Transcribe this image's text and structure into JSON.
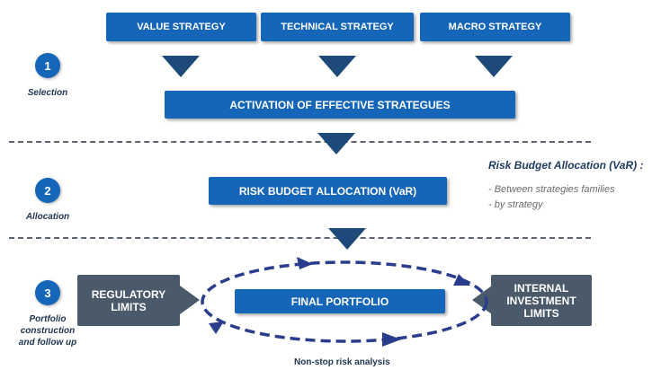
{
  "strategies": {
    "value": "VALUE STRATEGY",
    "technical": "TECHNICAL STRATEGY",
    "macro": "MACRO STRATEGY"
  },
  "activation": "ACTIVATION OF EFFECTIVE STRATEGUES",
  "steps": [
    {
      "number": "1",
      "label": "Selection"
    },
    {
      "number": "2",
      "label": "Allocation"
    },
    {
      "number": "3",
      "label_lines": [
        "Portfolio",
        "construction",
        "and follow up"
      ]
    }
  ],
  "risk_budget_box": "RISK BUDGET ALLOCATION (VaR)",
  "risk_note": {
    "title": "Risk Budget Allocation (VaR) :",
    "items": [
      "- Between strategies families",
      "- by strategy"
    ]
  },
  "regulatory": [
    "REGULATORY",
    "LIMITS"
  ],
  "internal": [
    "INTERNAL",
    "INVESTMENT",
    "LIMITS"
  ],
  "final_portfolio": "FINAL PORTFOLIO",
  "caption": "Non-stop risk analysis",
  "colors": {
    "primary": "#1565b8",
    "arrow": "#1e4a7a",
    "slate": "#4a5a6a",
    "cycle": "#2a3d8c"
  }
}
